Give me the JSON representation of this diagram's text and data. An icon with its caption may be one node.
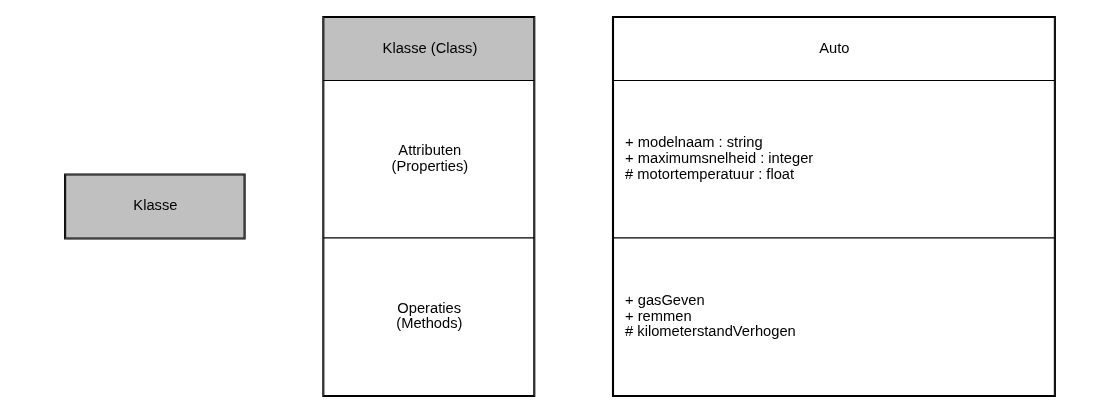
{
  "diagram": {
    "nodes": [
      {
        "text": [
          "Klasse"
        ]
      },
      {
        "text": [
          "Klasse (Class)",
          "Attributen (Properties)",
          "Operaties (Methods)"
        ]
      },
      {
        "text": [
          "Auto",
          "+ modelnaam : string",
          "+ maximumsnelheid : integer",
          "# motortemperatuur : float",
          "+ gasGeven",
          "+ remmen",
          "# kilometerstandVerhogen"
        ]
      }
    ],
    "edges": []
  }
}
